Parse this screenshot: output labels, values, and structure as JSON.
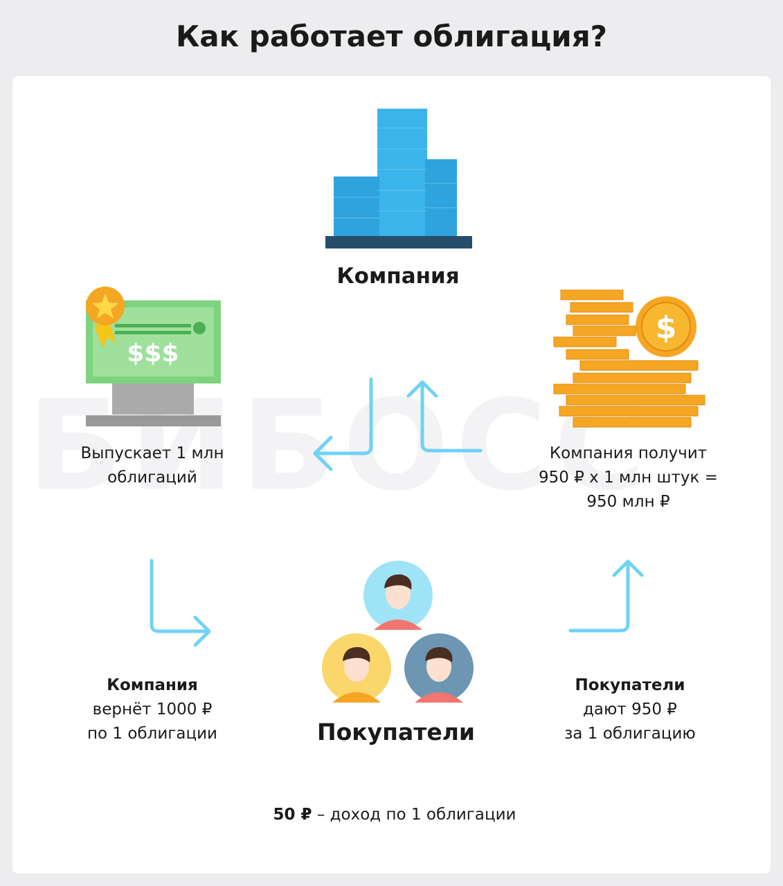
{
  "title": "Как работает облигация?",
  "watermark": "БИБОСС",
  "company": {
    "label": "Компания"
  },
  "issue": {
    "line1": "Выпускает 1 млн",
    "line2": "облигаций"
  },
  "receive": {
    "line1": "Компания получит",
    "line2": "950 ₽ х 1 млн штук =",
    "line3": "950 млн ₽"
  },
  "repay": {
    "line1": "Компания",
    "line2": "вернёт 1000 ₽",
    "line3": "по 1 облигации"
  },
  "buyers": {
    "label": "Покупатели"
  },
  "pay": {
    "line1": "Покупатели",
    "line2": "дают 950 ₽",
    "line3": "за 1 облигацию"
  },
  "income": {
    "amount": "50 ₽",
    "text": " – доход по 1 облигации"
  },
  "bond": {
    "symbols": "$$$"
  },
  "coin": {
    "symbol": "$"
  },
  "colors": {
    "arrow": "#6fd3f5",
    "building": "#3ab4ea",
    "bond": "#7ed37f",
    "coin": "#f5a623"
  }
}
